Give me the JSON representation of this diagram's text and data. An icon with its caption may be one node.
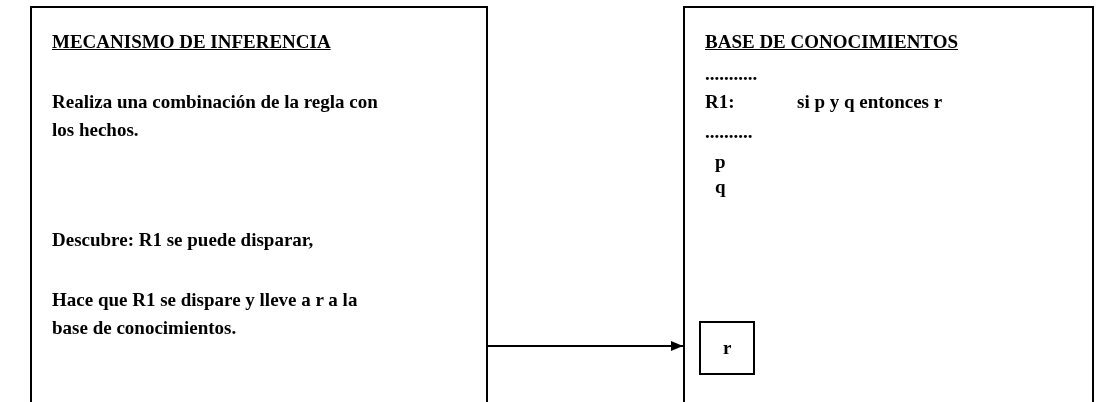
{
  "diagram": {
    "nodes": [
      {
        "text": [
          "MECANISMO DE INFERENCIA",
          "Realiza una combinación de la regla con los hechos.",
          "Descubre: R1 se puede disparar,",
          "Hace que R1 se dispare y lleve a r a la base de conocimientos."
        ]
      },
      {
        "text": [
          "BASE DE CONOCIMIENTOS",
          "...........",
          "R1:",
          "si p y q entonces r",
          "..........",
          "p",
          "q"
        ]
      },
      {
        "text": [
          "r"
        ],
        "in": 1
      }
    ],
    "edges": [
      {
        "from": 0,
        "to": 1,
        "arrow": "to"
      }
    ]
  }
}
